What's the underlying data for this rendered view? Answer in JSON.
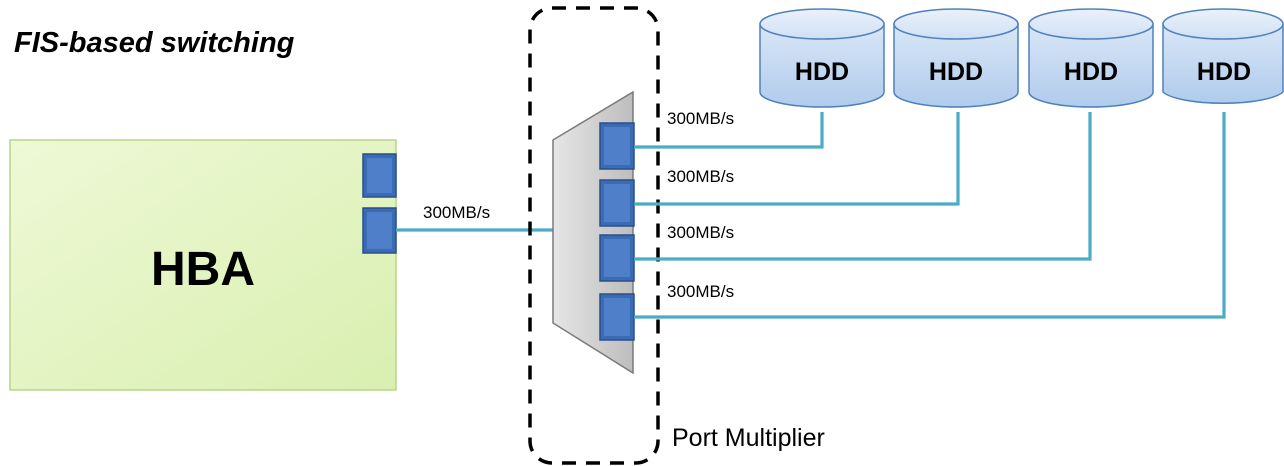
{
  "title": "FIS-based switching",
  "hba": {
    "label": "HBA"
  },
  "hba_link": {
    "speed_label": "300MB/s"
  },
  "port_multiplier": {
    "label": "Port Multiplier"
  },
  "drives": [
    {
      "label": "HDD",
      "speed_label": "300MB/s"
    },
    {
      "label": "HDD",
      "speed_label": "300MB/s"
    },
    {
      "label": "HDD",
      "speed_label": "300MB/s"
    },
    {
      "label": "HDD",
      "speed_label": "300MB/s"
    }
  ],
  "colors": {
    "hba_fill": "#e3f3c2",
    "hba_stroke": "#a9cf7c",
    "link": "#4aacc6",
    "port": "#3a6bb5",
    "multiplier_fill": "#c9c9c9",
    "hdd_fill": "#c5daf2",
    "hdd_stroke": "#4f81bd"
  },
  "icons": {
    "port": "port-icon",
    "disk": "cylinder-disk-icon",
    "multiplier": "trapezoid-mux-icon"
  }
}
